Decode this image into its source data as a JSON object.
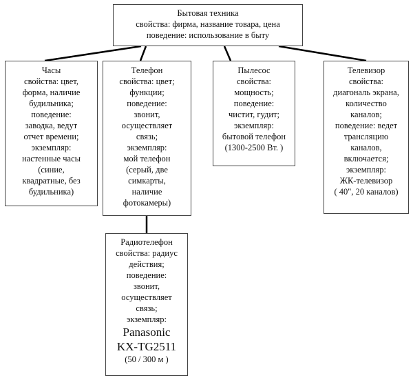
{
  "nodes": {
    "root": {
      "lines": [
        "Бытовая техника",
        "свойства: фирма, название товара, цена",
        "поведение: использование в быту"
      ]
    },
    "clock": {
      "lines": [
        "Часы",
        "свойства: цвет,",
        "форма, наличие",
        "будильника;",
        "поведение:",
        "заводка, ведут",
        "отчет времени;",
        "экземпляр:",
        "настенные часы",
        "(синие,",
        "квадратные, без",
        "будильника)"
      ]
    },
    "phone": {
      "lines": [
        "Телефон",
        "свойства: цвет;",
        "функции;",
        "поведение:",
        "звонит,",
        "осуществляет",
        "связь;",
        "экземпляр:",
        "мой телефон",
        "(серый, две",
        "симкарты,",
        "наличие",
        "фотокамеры)"
      ]
    },
    "vacuum": {
      "lines": [
        "Пылесос",
        "свойства:",
        "мощность;",
        "поведение:",
        "чистит, гудит;",
        "экземпляр:",
        "бытовой телефон",
        "(1300-2500 Вт. )"
      ]
    },
    "tv": {
      "lines": [
        "Телевизор",
        "свойства:",
        "диагональ экрана,",
        "количество",
        "каналов;",
        "поведение: ведет",
        "трансляцию",
        "каналов,",
        "включается;",
        "экземпляр:",
        "ЖК-телевизор",
        "( 40\", 20 каналов)"
      ]
    },
    "radiophone": {
      "lines": [
        "Радиотелефон",
        "свойства: радиус",
        "действия;",
        "поведение:",
        "звонит,",
        "осуществляет",
        "связь;",
        "экземпляр:"
      ],
      "model_brand": "Panasonic",
      "model_number": "KX-TG2511",
      "range": "(50 / 300 м )"
    }
  }
}
